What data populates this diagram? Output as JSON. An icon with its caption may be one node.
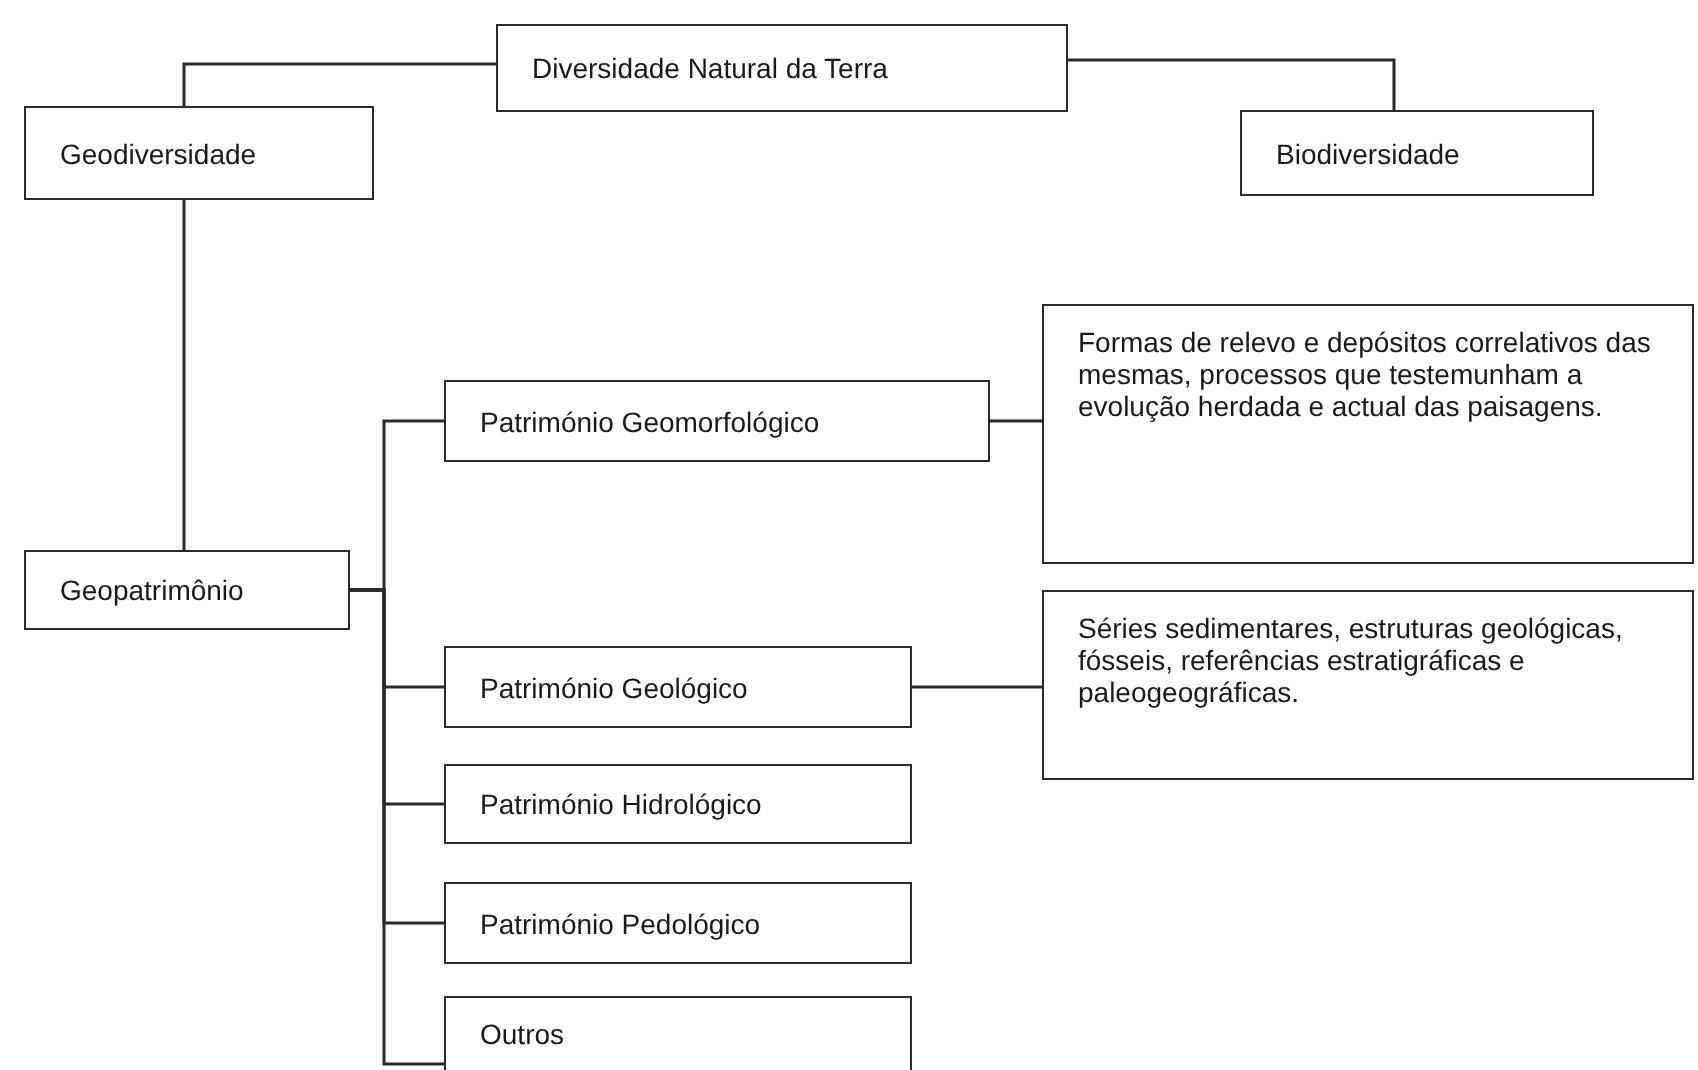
{
  "diagram": {
    "nodes": [
      {
        "text": [
          "Diversidade Natural da Terra"
        ]
      },
      {
        "text": [
          "Geodiversidade"
        ]
      },
      {
        "text": [
          "Biodiversidade"
        ]
      },
      {
        "text": [
          "Geopatrimônio"
        ]
      },
      {
        "text": [
          "Património Geomorfológico"
        ]
      },
      {
        "text": [
          "Formas de relevo e depósitos correlativos das mesmas, processos que testemunham a evolução herdada e actual das paisagens."
        ]
      },
      {
        "text": [
          "Património Geológico"
        ]
      },
      {
        "text": [
          "Séries sedimentares, estruturas geológicas, fósseis, referências estratigráficas e paleogeográficas."
        ]
      },
      {
        "text": [
          "Património Hidrológico"
        ]
      },
      {
        "text": [
          "Património Pedológico"
        ]
      },
      {
        "text": [
          "Outros"
        ]
      }
    ],
    "edges": [
      {
        "from": 0,
        "to": 1,
        "arrow": "none"
      },
      {
        "from": 0,
        "to": 2,
        "arrow": "none"
      },
      {
        "from": 1,
        "to": 3,
        "arrow": "none"
      },
      {
        "from": 3,
        "to": 4,
        "arrow": "none"
      },
      {
        "from": 3,
        "to": 6,
        "arrow": "none"
      },
      {
        "from": 3,
        "to": 8,
        "arrow": "none"
      },
      {
        "from": 3,
        "to": 9,
        "arrow": "none"
      },
      {
        "from": 3,
        "to": 10,
        "arrow": "none"
      },
      {
        "from": 4,
        "to": 5,
        "arrow": "none"
      },
      {
        "from": 6,
        "to": 7,
        "arrow": "none"
      }
    ]
  }
}
